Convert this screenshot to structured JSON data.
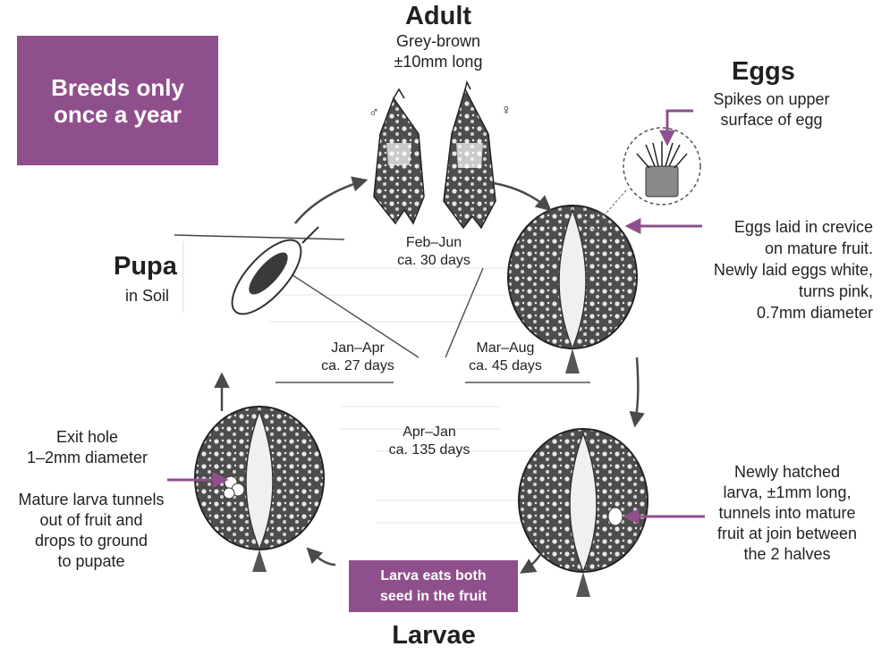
{
  "banner": {
    "text": "Breeds only once a year"
  },
  "stages": {
    "adult": {
      "title": "Adult",
      "line1": "Grey-brown",
      "line2": "±10mm long",
      "male_symbol": "♂",
      "female_symbol": "♀"
    },
    "eggs": {
      "title": "Eggs",
      "spikes_line1": "Spikes on upper",
      "spikes_line2": "surface of egg",
      "laid": [
        "Eggs laid in crevice",
        "on mature fruit.",
        "Newly laid eggs white,",
        "turns pink,",
        "0.7mm diameter"
      ]
    },
    "pupa": {
      "title": "Pupa",
      "subtitle": "in Soil"
    },
    "larvae": {
      "title": "Larvae",
      "box_line1": "Larva eats both",
      "box_line2": "seed in the fruit"
    }
  },
  "notes": {
    "exit_hole": [
      "Exit hole",
      "1–2mm diameter"
    ],
    "mature_larva": [
      "Mature larva tunnels",
      "out of fruit and",
      "drops to ground",
      "to pupate"
    ],
    "hatched": [
      "Newly hatched",
      "larva, ±1mm long,",
      "tunnels into mature",
      "fruit at join between",
      "the 2 halves"
    ]
  },
  "periods": {
    "adult": {
      "months": "Feb–Jun",
      "days": "ca. 30 days"
    },
    "pupa": {
      "months": "Jan–Apr",
      "days": "ca. 27 days"
    },
    "eggs": {
      "months": "Mar–Aug",
      "days": "ca. 45 days"
    },
    "larvae": {
      "months": "Apr–Jan",
      "days": "ca. 135 days"
    }
  },
  "colors": {
    "accent": "#8f4f8c",
    "ink": "#231f20",
    "arrow": "#4a4a4a"
  },
  "icons": [
    "moth-male",
    "moth-female",
    "egg-magnified",
    "fruit-eggs",
    "fruit-hatched",
    "fruit-exit",
    "pupa-cocoon",
    "cycle-arrow"
  ]
}
